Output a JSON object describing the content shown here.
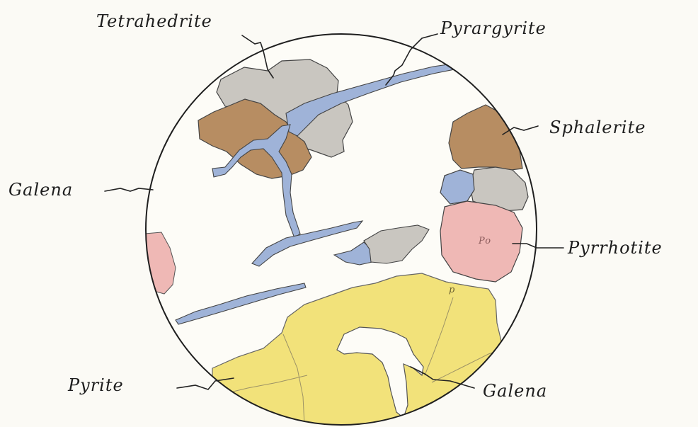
{
  "diagram": {
    "labels": {
      "tetrahedrite": "Tetrahedrite",
      "pyrargyrite": "Pyrargyrite",
      "sphalerite": "Sphalerite",
      "galena_left": "Galena",
      "pyrrhotite": "Pyrrhotite",
      "pyrite": "Pyrite",
      "galena_bottom": "Galena",
      "po_mark": "Po",
      "p_mark": "p"
    },
    "colors": {
      "background": "#fbfaf5",
      "field": "#fdfcf7",
      "tetrahedrite": "#c9c6c0",
      "sphalerite": "#b78d62",
      "pyrargyrite": "#9fb3d8",
      "pyrrhotite": "#efb8b5",
      "pyrite": "#f2e27a",
      "outline": "#222222"
    }
  }
}
